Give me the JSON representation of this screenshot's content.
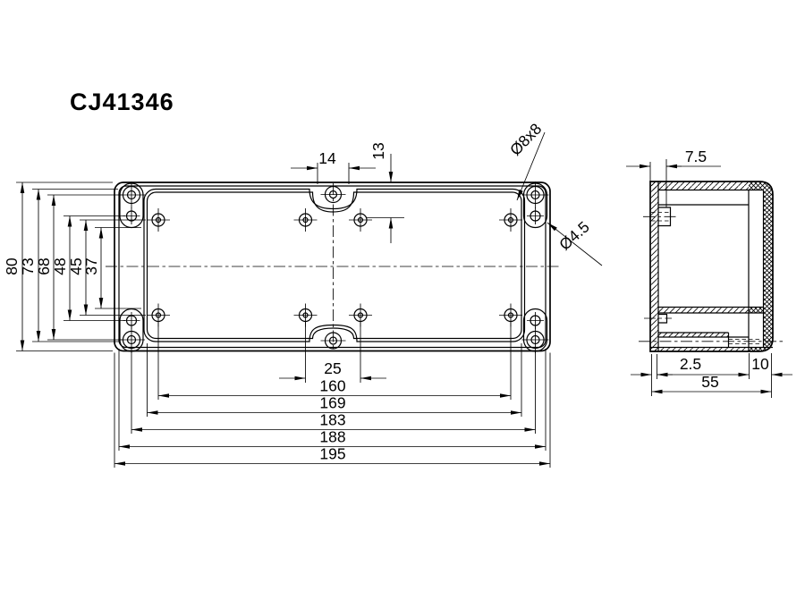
{
  "title": "CJ41346",
  "colors": {
    "line": "#000000",
    "background": "#ffffff"
  },
  "front_view": {
    "top_dims": {
      "notch_width": "14",
      "edge_to_holes": "13"
    },
    "callouts": {
      "corner_screw": "Ø8x8",
      "corner_hole": "Ø4.5"
    },
    "left_dims": {
      "overall_height": "80",
      "inner_height": "73",
      "screw_span": "68",
      "hole_span": "48",
      "mount_span": "45",
      "boss_span": "37"
    },
    "bottom_dims": {
      "center_holes": "25",
      "mount_span": "160",
      "inner_width": "169",
      "screw_span": "183",
      "lip_width": "188",
      "overall_width": "195"
    }
  },
  "side_view": {
    "dims": {
      "flange_depth": "7.5",
      "lid_gap": "2.5",
      "lid_thickness": "10",
      "overall_depth": "55"
    }
  }
}
